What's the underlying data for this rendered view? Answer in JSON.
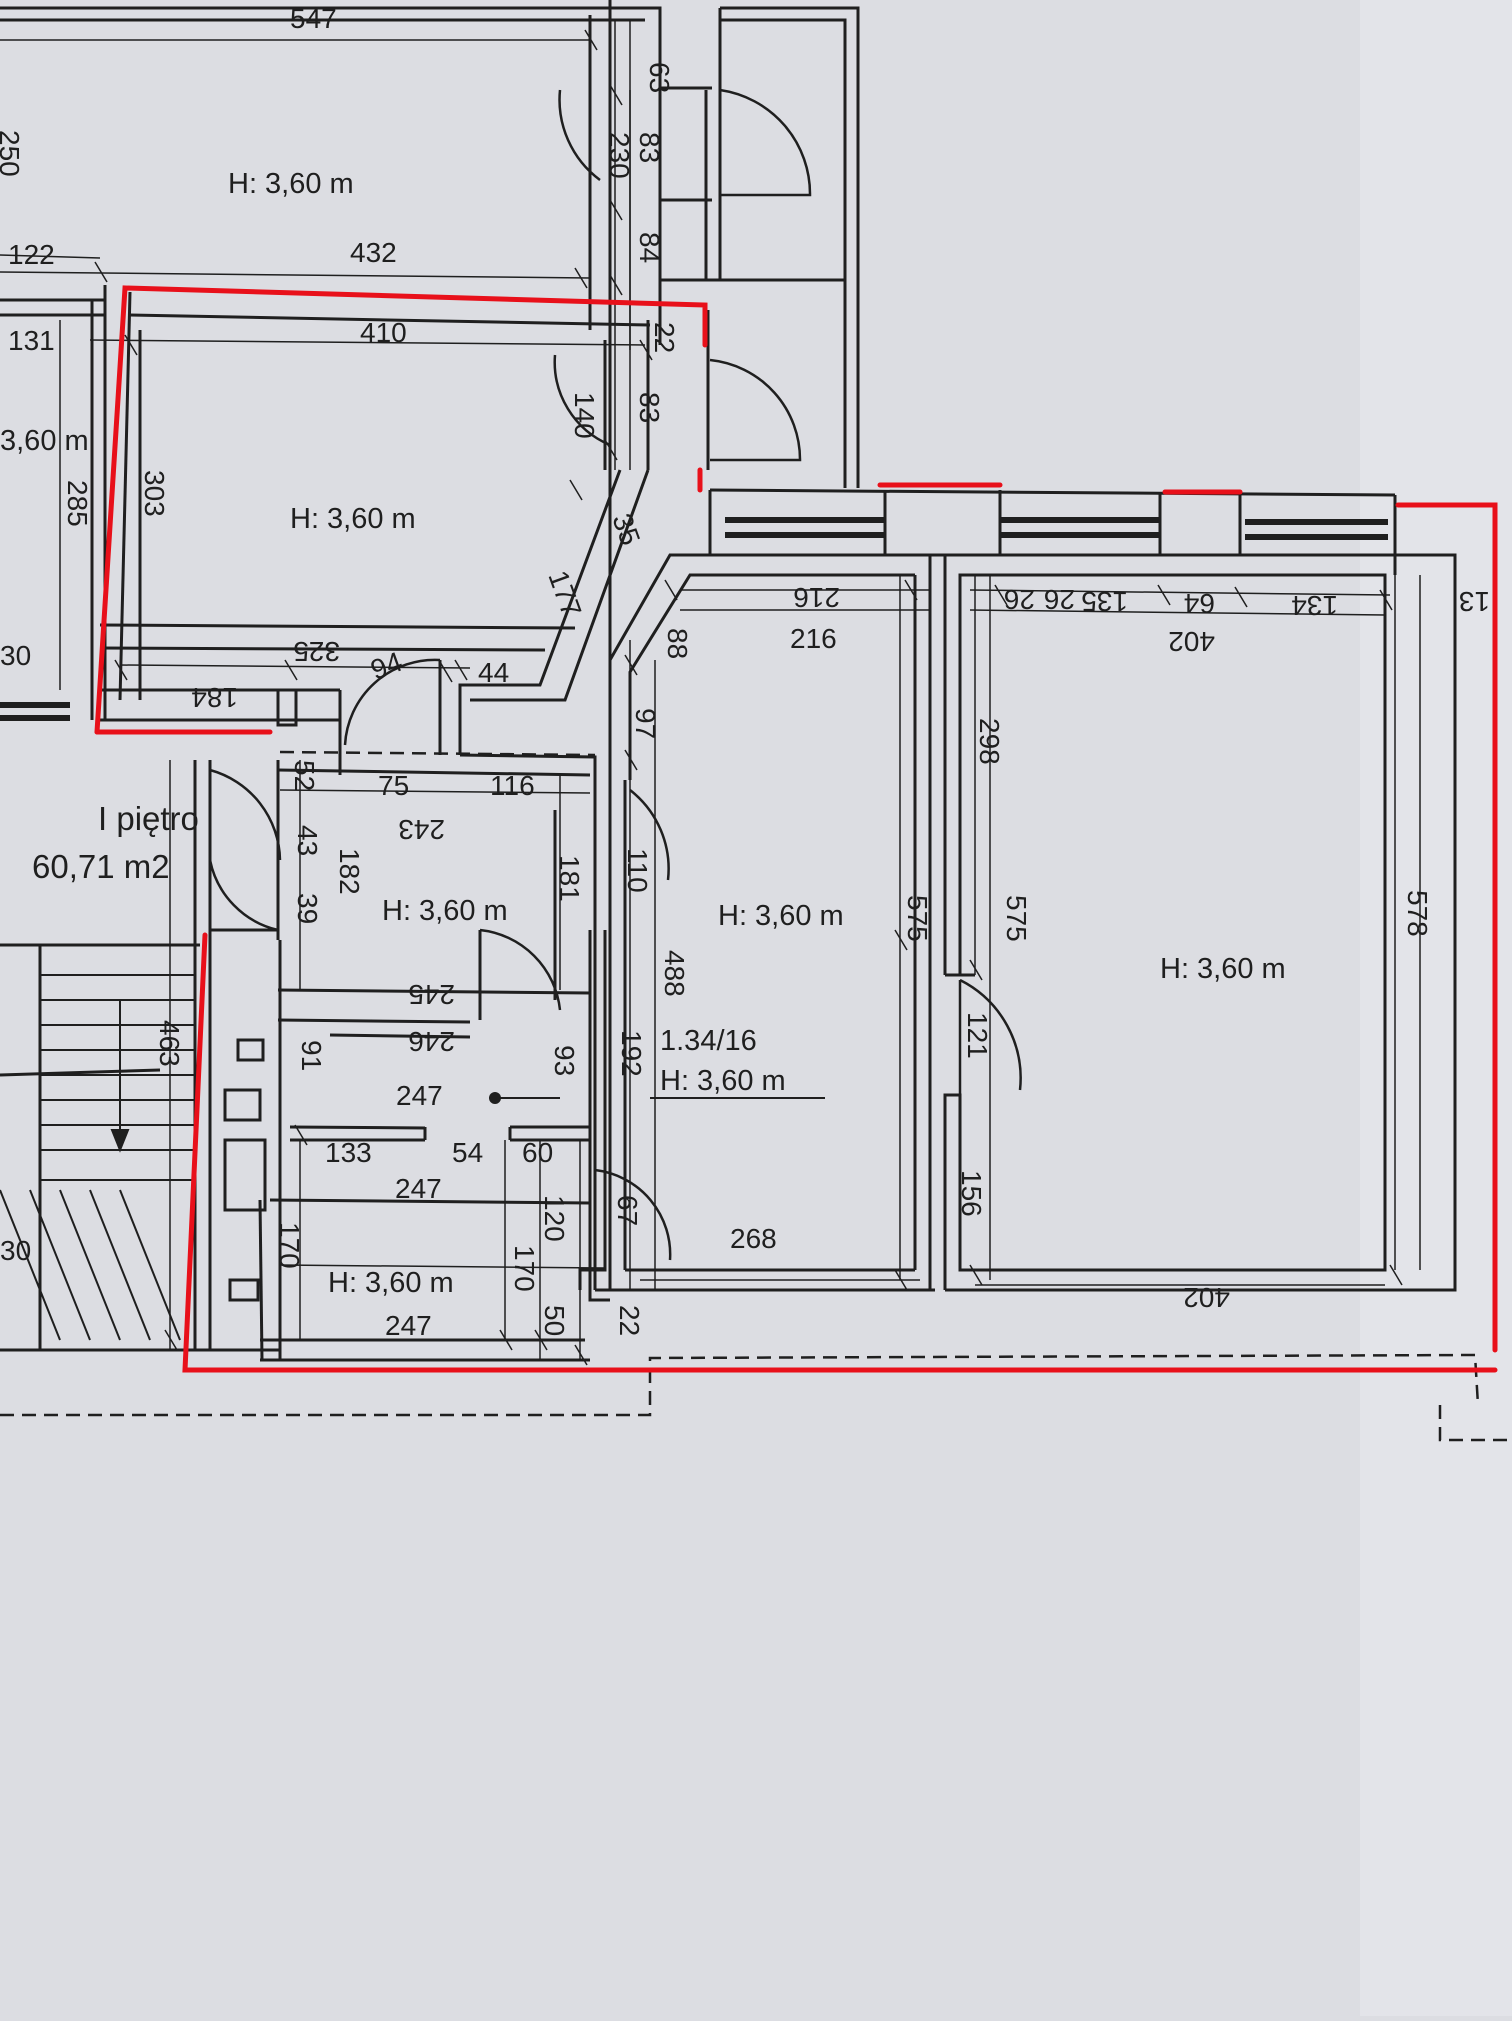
{
  "plan": {
    "floor_label": "I piętro",
    "floor_area": "60,71 m2",
    "room_code": "1.34/16",
    "heights": {
      "top_room": "H: 3,60 m",
      "red_room": "H: 3,60 m",
      "left_room": "3,60 m",
      "corridor": "H: 3,60 m",
      "hall": "H: 3,60 m",
      "big_room": "H: 3,60 m",
      "center": "H: 3,60 m",
      "bathroom": "H: 3,60 m"
    },
    "dims": {
      "d547": "547",
      "d63": "63",
      "d83a": "83",
      "d230": "230",
      "d250": "250",
      "d122": "122",
      "d432": "432",
      "d84": "84",
      "d131": "131",
      "d410": "410",
      "d22": "22",
      "d83b": "83",
      "d140": "140",
      "d303": "303",
      "d285": "285",
      "d35": "35",
      "d177": "177",
      "d325": "325",
      "d184": "184",
      "d30a": "30",
      "d94": "94",
      "d44": "44",
      "d216a": "216",
      "d216b": "216",
      "d88": "88",
      "d97": "97",
      "d26a": "26",
      "d26b": "26",
      "d135": "135",
      "d64": "64",
      "d134": "134",
      "d402a": "402",
      "d13": "13",
      "d52": "52",
      "d75": "75",
      "d116": "116",
      "d243": "243",
      "d43": "43",
      "d39": "39",
      "d182": "182",
      "d181": "181",
      "d110": "110",
      "d298": "298",
      "d575a": "575",
      "d575b": "575",
      "d578": "578",
      "d245": "245",
      "d488": "488",
      "d121": "121",
      "d246": "246",
      "d91": "91",
      "d93": "93",
      "d192": "192",
      "d463": "463",
      "d247a": "247",
      "d133": "133",
      "d54": "54",
      "d60": "60",
      "d247b": "247",
      "d156": "156",
      "d120": "120",
      "d67": "67",
      "d268": "268",
      "d170a": "170",
      "d170b": "170",
      "d402b": "402",
      "d30b": "30",
      "d247c": "247",
      "d50": "50",
      "d22b": "22"
    }
  },
  "colors": {
    "line": "#1f1f1f",
    "boundary": "#e8101a",
    "paper": "#dcdde2"
  }
}
